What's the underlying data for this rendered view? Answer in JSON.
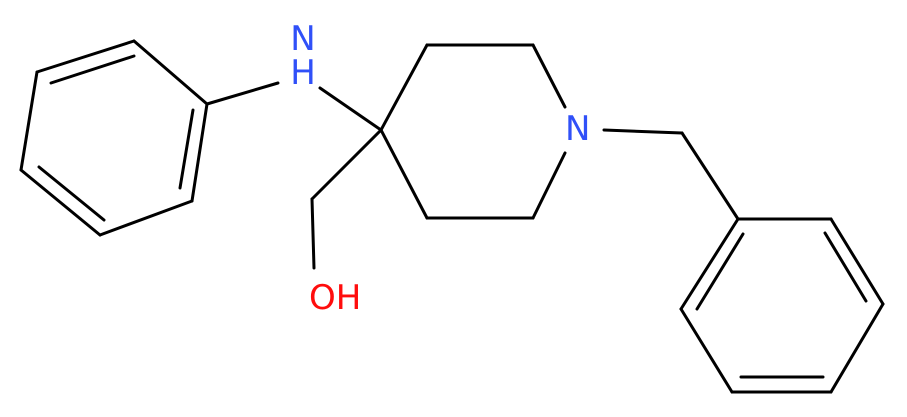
{
  "molecule": {
    "atoms": [
      {
        "id": "nh",
        "label": "N\nH",
        "color": "#3050F8"
      },
      {
        "id": "n1",
        "label": "N",
        "color": "#3050F8"
      },
      {
        "id": "oh",
        "label": "OH",
        "color": "#FF0D0D"
      }
    ],
    "bond_color": "#000000"
  }
}
